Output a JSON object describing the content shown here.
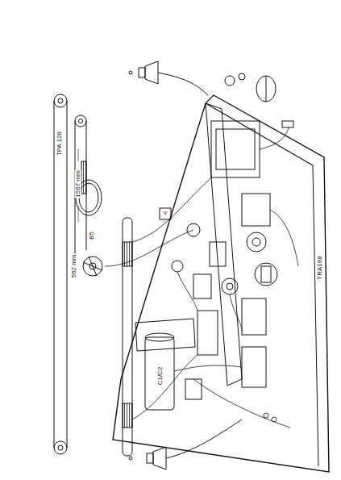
{
  "diagram": {
    "labels": [
      "1567 mm",
      "562 mm",
      "B5",
      "TPA 128",
      "C1/C2",
      "Y",
      "TRA168"
    ]
  }
}
